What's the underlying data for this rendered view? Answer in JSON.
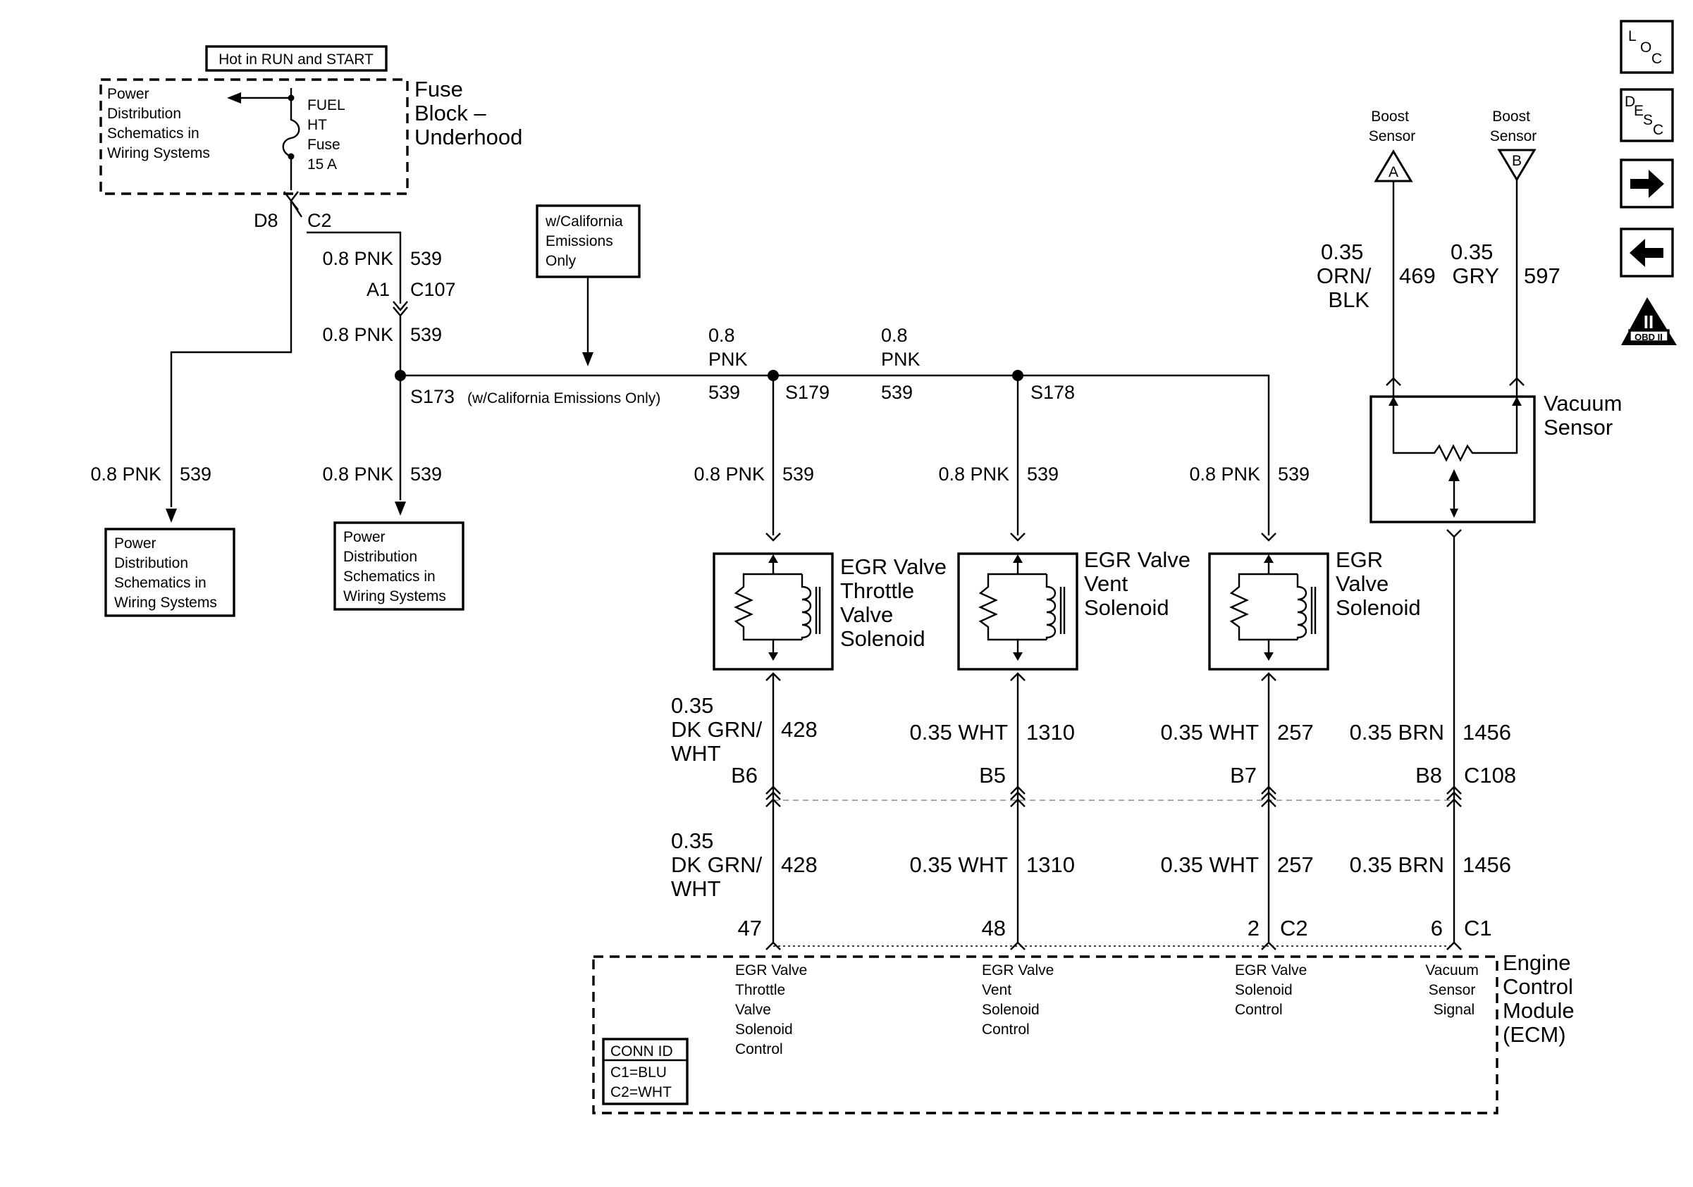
{
  "fuse_block": {
    "hot_label": "Hot in RUN and START",
    "ref_lines": [
      "Power",
      "Distribution",
      "Schematics in",
      "Wiring Systems"
    ],
    "fuse_lines": [
      "FUEL",
      "HT",
      "Fuse",
      "15 A"
    ],
    "title_lines": [
      "Fuse",
      "Block –",
      "Underhood"
    ]
  },
  "terminal": {
    "pin": "D8",
    "connector": "C2"
  },
  "feed_wire": {
    "upper": {
      "gauge_color": "0.8 PNK",
      "circuit": "539"
    },
    "connector": {
      "pin": "A1",
      "id": "C107"
    },
    "lower": {
      "gauge_color": "0.8 PNK",
      "circuit": "539"
    }
  },
  "california_note": {
    "lines": [
      "w/California",
      "Emissions",
      "Only"
    ]
  },
  "splices": {
    "s173": {
      "id": "S173",
      "note": "(w/California Emissions Only)"
    },
    "s179": {
      "id": "S179",
      "gauge": "0.8",
      "color": "PNK",
      "circuit": "539"
    },
    "s178": {
      "id": "S178",
      "gauge": "0.8",
      "color": "PNK",
      "circuit": "539"
    }
  },
  "pd_left": {
    "wire": {
      "gauge_color": "0.8 PNK",
      "circuit": "539"
    },
    "lines": [
      "Power",
      "Distribution",
      "Schematics in",
      "Wiring Systems"
    ]
  },
  "pd_mid": {
    "wire": {
      "gauge_color": "0.8 PNK",
      "circuit": "539"
    },
    "lines": [
      "Power",
      "Distribution",
      "Schematics in",
      "Wiring Systems"
    ]
  },
  "solenoids": [
    {
      "wire": {
        "gauge_color": "0.8 PNK",
        "circuit": "539"
      },
      "name_lines": [
        "EGR Valve",
        "Throttle",
        "Valve",
        "Solenoid"
      ]
    },
    {
      "wire": {
        "gauge_color": "0.8 PNK",
        "circuit": "539"
      },
      "name_lines": [
        "EGR Valve",
        "Vent",
        "Solenoid"
      ]
    },
    {
      "wire": {
        "gauge_color": "0.8 PNK",
        "circuit": "539"
      },
      "name_lines": [
        "EGR",
        "Valve",
        "Solenoid"
      ]
    }
  ],
  "boost_sensors": [
    {
      "name_lines": [
        "Boost",
        "Sensor"
      ],
      "letter": "A",
      "wire_lines": [
        "0.35",
        "ORN/",
        "BLK"
      ],
      "circuit": "469"
    },
    {
      "name_lines": [
        "Boost",
        "Sensor"
      ],
      "letter": "B",
      "wire_lines": [
        "0.35",
        "GRY"
      ],
      "circuit": "597"
    }
  ],
  "vacuum_sensor": {
    "name_lines": [
      "Vacuum",
      "Sensor"
    ]
  },
  "upper_wires": [
    {
      "lines": [
        "0.35",
        "DK GRN/",
        "WHT"
      ],
      "circuit": "428",
      "pin": "B6"
    },
    {
      "lines": [
        "0.35 WHT"
      ],
      "circuit": "1310",
      "pin": "B5"
    },
    {
      "lines": [
        "0.35 WHT"
      ],
      "circuit": "257",
      "pin": "B7"
    },
    {
      "lines": [
        "0.35 BRN"
      ],
      "circuit": "1456",
      "pin": "B8"
    }
  ],
  "connector_c108": "C108",
  "lower_wires": [
    {
      "lines": [
        "0.35",
        "DK GRN/",
        "WHT"
      ],
      "circuit": "428",
      "pin": "47"
    },
    {
      "lines": [
        "0.35 WHT"
      ],
      "circuit": "1310",
      "pin": "48"
    },
    {
      "lines": [
        "0.35 WHT"
      ],
      "circuit": "257",
      "pin": "2"
    },
    {
      "lines": [
        "0.35 BRN"
      ],
      "circuit": "1456",
      "pin": "6"
    }
  ],
  "ecm_connectors": {
    "c2": "C2",
    "c1": "C1"
  },
  "ecm": {
    "title_lines": [
      "Engine",
      "Control",
      "Module",
      "(ECM)"
    ],
    "functions": [
      [
        "EGR Valve",
        "Throttle",
        "Valve",
        "Solenoid",
        "Control"
      ],
      [
        "EGR Valve",
        "Vent",
        "Solenoid",
        "Control"
      ],
      [
        "EGR Valve",
        "Solenoid",
        "Control"
      ],
      [
        "Vacuum",
        "Sensor",
        "Signal"
      ]
    ],
    "conn_id": {
      "title": "CONN ID",
      "lines": [
        "C1=BLU",
        "C2=WHT"
      ]
    }
  },
  "nav": {
    "loc": [
      "L",
      "O",
      "C"
    ],
    "desc": [
      "D",
      "E",
      "S",
      "C"
    ],
    "next_icon": "arrow-right-icon",
    "prev_icon": "arrow-left-icon",
    "obd": {
      "numeral": "II",
      "label": "OBD II"
    }
  }
}
